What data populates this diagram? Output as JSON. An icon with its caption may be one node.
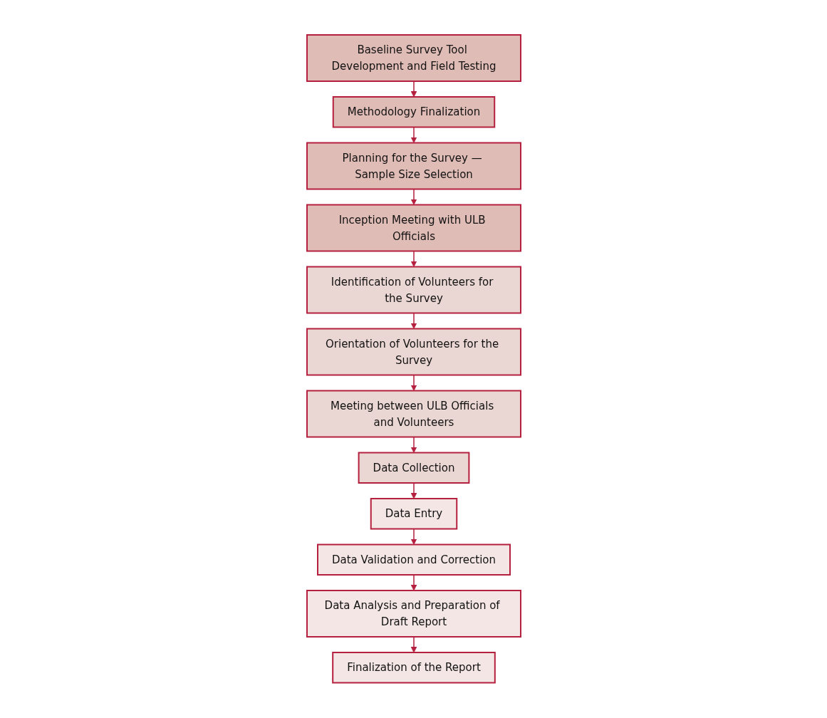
{
  "diagram": {
    "nodes": [
      {
        "text": [
          "Baseline Survey Tool Development and Field Testing"
        ]
      },
      {
        "text": [
          "Methodology Finalization"
        ]
      },
      {
        "text": [
          "Planning for the Survey — Sample Size Selection"
        ]
      },
      {
        "text": [
          "Inception Meeting with ULB Officials"
        ]
      },
      {
        "text": [
          "Identification of Volunteers for the Survey"
        ]
      },
      {
        "text": [
          "Orientation of Volunteers for the Survey"
        ]
      },
      {
        "text": [
          "Meeting between ULB Officials and Volunteers"
        ]
      },
      {
        "text": [
          "Data Collection"
        ]
      },
      {
        "text": [
          "Data Entry"
        ]
      },
      {
        "text": [
          "Data Validation and Correction"
        ]
      },
      {
        "text": [
          "Data Analysis and Preparation of Draft Report"
        ]
      },
      {
        "text": [
          "Finalization of the Report"
        ]
      }
    ],
    "edges": [
      {
        "from": 0,
        "to": 1,
        "arrow": "to"
      },
      {
        "from": 1,
        "to": 2,
        "arrow": "to"
      },
      {
        "from": 2,
        "to": 3,
        "arrow": "to"
      },
      {
        "from": 3,
        "to": 4,
        "arrow": "to"
      },
      {
        "from": 4,
        "to": 5,
        "arrow": "to"
      },
      {
        "from": 5,
        "to": 6,
        "arrow": "to"
      },
      {
        "from": 6,
        "to": 7,
        "arrow": "to"
      },
      {
        "from": 7,
        "to": 8,
        "arrow": "to"
      },
      {
        "from": 8,
        "to": 9,
        "arrow": "to"
      },
      {
        "from": 9,
        "to": 10,
        "arrow": "to"
      },
      {
        "from": 10,
        "to": 11,
        "arrow": "to"
      }
    ]
  }
}
